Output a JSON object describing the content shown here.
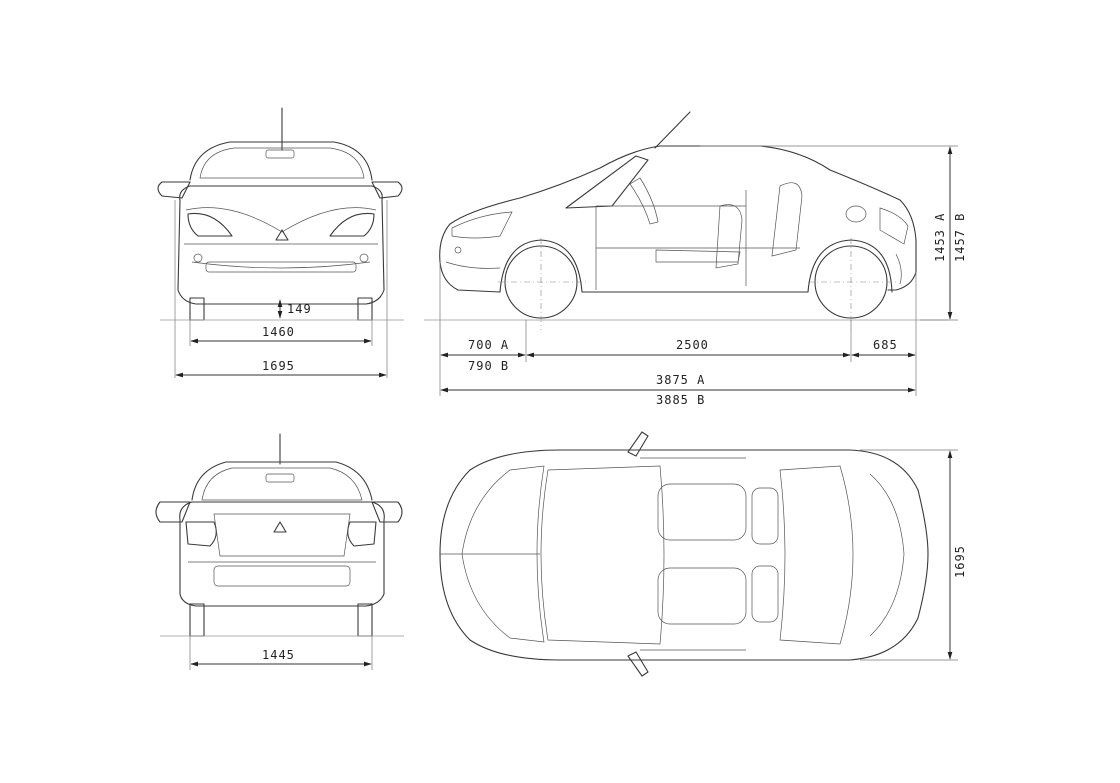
{
  "front_view": {
    "ground_clearance": "149",
    "track": "1460",
    "width": "1695"
  },
  "side_view": {
    "front_overhang_a": "700 A",
    "front_overhang_b": "790 B",
    "wheelbase": "2500",
    "rear_overhang": "685",
    "length_a": "3875 A",
    "length_b": "3885 B",
    "height_a": "1453 A",
    "height_b": "1457 B"
  },
  "rear_view": {
    "track": "1445"
  },
  "top_view": {
    "width": "1695"
  }
}
